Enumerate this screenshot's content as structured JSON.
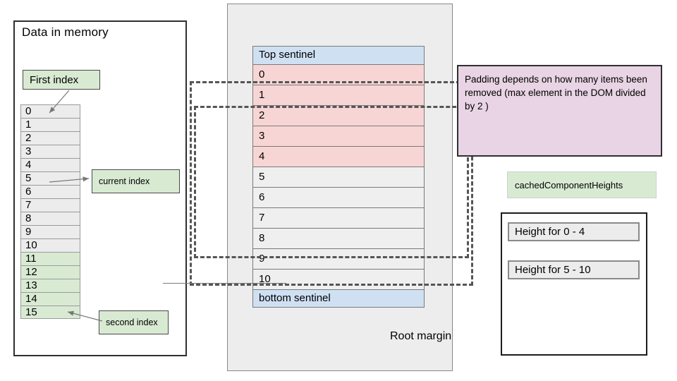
{
  "memory_panel": {
    "title": "Data in memory",
    "rows": [
      {
        "label": "0",
        "highlighted": false
      },
      {
        "label": "1",
        "highlighted": false
      },
      {
        "label": "2",
        "highlighted": false
      },
      {
        "label": "3",
        "highlighted": false
      },
      {
        "label": "4",
        "highlighted": false
      },
      {
        "label": "5",
        "highlighted": false
      },
      {
        "label": "6",
        "highlighted": false
      },
      {
        "label": "7",
        "highlighted": false
      },
      {
        "label": "8",
        "highlighted": false
      },
      {
        "label": "9",
        "highlighted": false
      },
      {
        "label": "10",
        "highlighted": false
      },
      {
        "label": "11",
        "highlighted": true
      },
      {
        "label": "12",
        "highlighted": true
      },
      {
        "label": "13",
        "highlighted": true
      },
      {
        "label": "14",
        "highlighted": true
      },
      {
        "label": "15",
        "highlighted": true
      }
    ],
    "first_index_label": "First index",
    "current_index_label": "current index",
    "second_index_label": "second index"
  },
  "dom_column": {
    "root_margin_label": "Root margin",
    "rows": [
      {
        "label": "Top sentinel",
        "kind": "sentinel"
      },
      {
        "label": "0",
        "kind": "removed"
      },
      {
        "label": "1",
        "kind": "removed"
      },
      {
        "label": "2",
        "kind": "removed"
      },
      {
        "label": "3",
        "kind": "removed"
      },
      {
        "label": "4",
        "kind": "removed"
      },
      {
        "label": "5",
        "kind": "normal"
      },
      {
        "label": "6",
        "kind": "normal"
      },
      {
        "label": "7",
        "kind": "normal"
      },
      {
        "label": "8",
        "kind": "normal"
      },
      {
        "label": "9",
        "kind": "normal"
      },
      {
        "label": "10",
        "kind": "normal"
      },
      {
        "label": "bottom sentinel",
        "kind": "sentinel"
      }
    ]
  },
  "padding_note": {
    "text": "Padding depends on how many items been removed (max element in the DOM divided by 2 )"
  },
  "cached_heights": {
    "title": "cachedComponentHeights",
    "items": [
      "Height for 0 - 4",
      "Height for 5 - 10"
    ]
  },
  "colors": {
    "highlight_green": "#d9ead3",
    "removed_pink": "#f8d5d5",
    "sentinel_blue": "#cfe0f3",
    "note_purple": "#e8d4e4",
    "root_margin_gray": "#ededed"
  }
}
